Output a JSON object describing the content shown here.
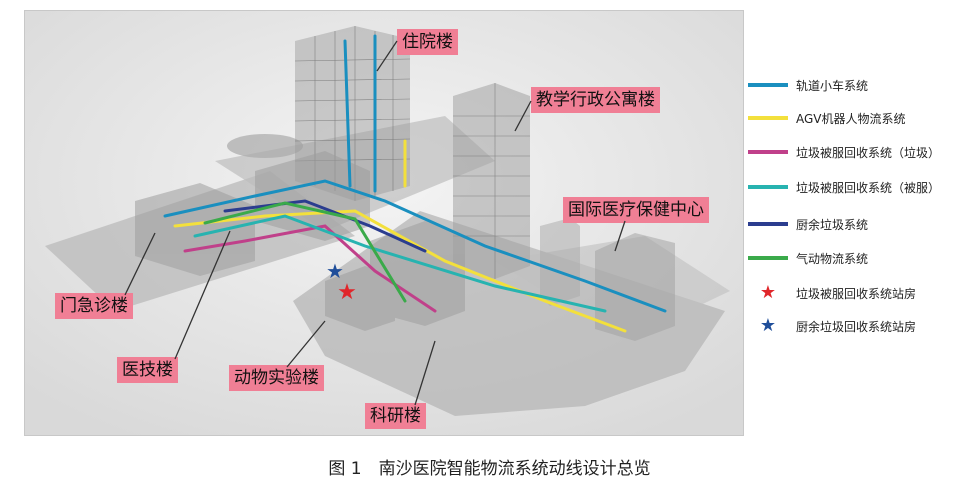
{
  "caption": "图 1　南沙医院智能物流系统动线设计总览",
  "buildings": {
    "inpatient": "住院楼",
    "teaching": "教学行政公寓楼",
    "international": "国际医疗保健中心",
    "outpatient": "门急诊楼",
    "medtech": "医技楼",
    "animal": "动物实验楼",
    "research": "科研楼"
  },
  "legend": [
    {
      "label": "轨道小车系统",
      "type": "line",
      "color": "#1a8fbf"
    },
    {
      "label": "AGV机器人物流系统",
      "type": "line",
      "color": "#f3e03c"
    },
    {
      "label": "垃圾被服回收系统（垃圾）",
      "type": "line",
      "color": "#c0408a"
    },
    {
      "label": "垃圾被服回收系统（被服）",
      "type": "line",
      "color": "#27b3b0"
    },
    {
      "label": "厨余垃圾系统",
      "type": "line",
      "color": "#2b3d8f"
    },
    {
      "label": "气动物流系统",
      "type": "line",
      "color": "#3aaa4a"
    },
    {
      "label": "垃圾被服回收系统站房",
      "type": "star",
      "color": "#e0262a"
    },
    {
      "label": "厨余垃圾回收系统站房",
      "type": "star",
      "color": "#1f4e9a"
    }
  ],
  "icons": {
    "star": "★"
  }
}
